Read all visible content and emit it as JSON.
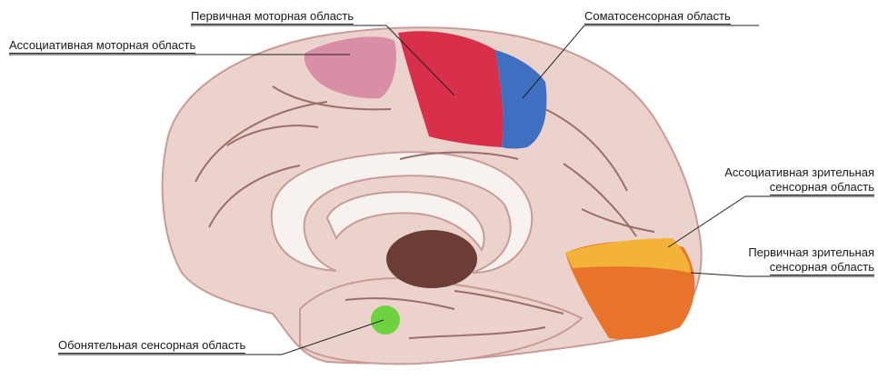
{
  "labels": {
    "primary_motor": "Первичная моторная область",
    "associative_motor": "Ассоциативная моторная область",
    "somatosensory": "Соматосенсорная область",
    "assoc_visual_line1": "Ассоциативная зрительная",
    "assoc_visual_line2": "сенсорная область",
    "primary_visual_line1": "Первичная зрительная",
    "primary_visual_line2": "сенсорная область",
    "olfactory": "Обонятельная сенсорная область"
  },
  "colors": {
    "background": "#ffffff",
    "cortex": "#ecd2cc",
    "cortex_shadow": "#c99b96",
    "sulcus": "#9c6e6a",
    "primary_motor_area": "#d8304a",
    "associative_motor_area": "#d98ea7",
    "somatosensory_area": "#3e6fc0",
    "primary_visual_area": "#e8732a",
    "associative_visual_area": "#f2b338",
    "olfactory_area": "#6dd240",
    "thalamus": "#6b3d36"
  },
  "icons": [
    "brain-medial-section-illustration"
  ]
}
